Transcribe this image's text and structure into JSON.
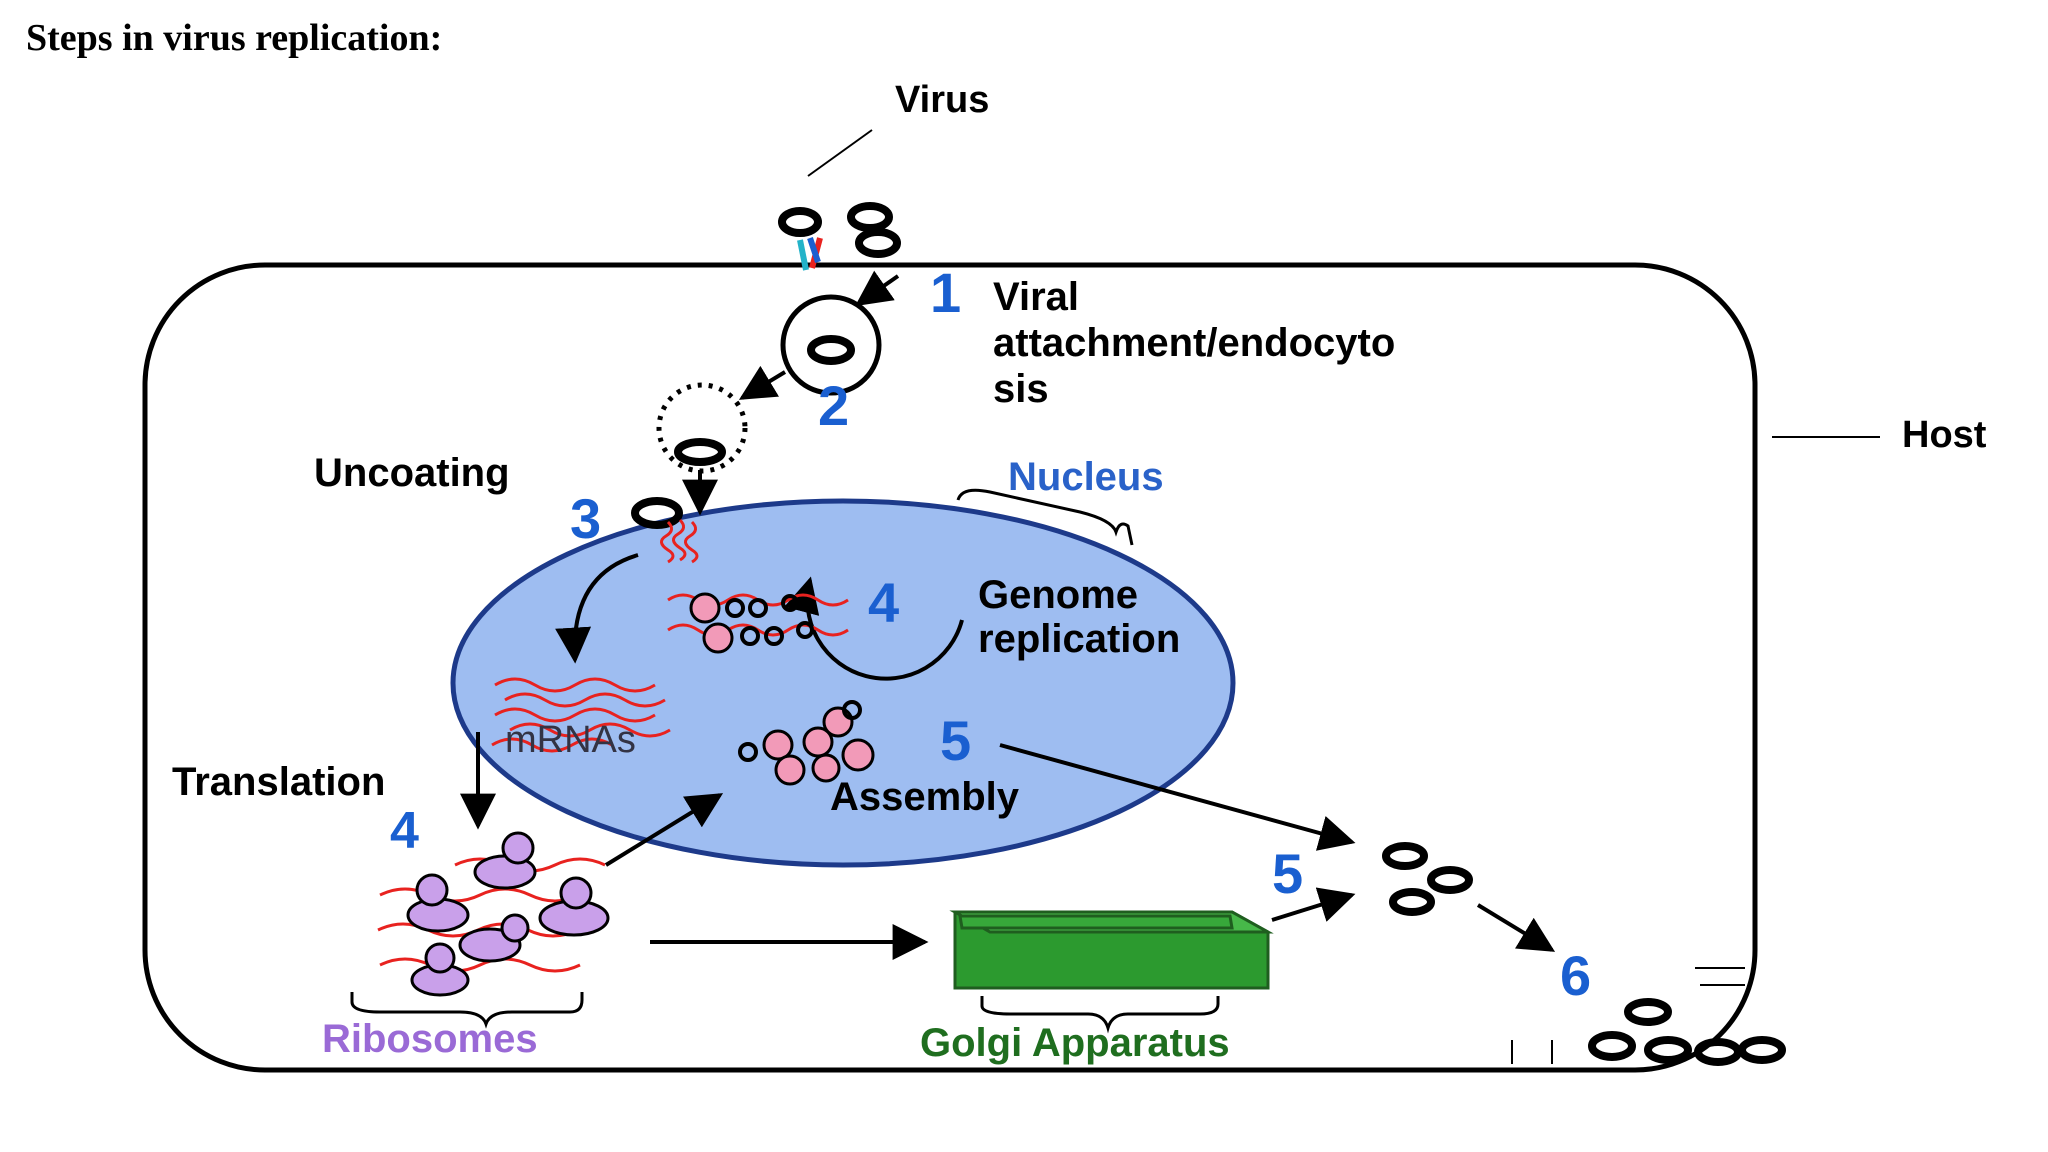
{
  "title": "Steps in virus replication:",
  "labels": {
    "virus": "Virus",
    "host": "Host",
    "step1": "Viral",
    "step1_line2": "attachment/endocyto",
    "step1_line3": "sis",
    "uncoating": "Uncoating",
    "nucleus": "Nucleus",
    "genome_line1": "Genome",
    "genome_line2": "replication",
    "mrnas": "mRNAs",
    "translation": "Translation",
    "assembly": "Assembly",
    "ribosomes": "Ribosomes",
    "golgi": "Golgi Apparatus"
  },
  "step_numbers": {
    "n1": "1",
    "n2": "2",
    "n3": "3",
    "n4a": "4",
    "n4b": "4",
    "n5a": "5",
    "n5b": "5",
    "n6": "6"
  },
  "colors": {
    "step_number": "#1a5fd0",
    "nucleus_fill": "#9ebdf1",
    "nucleus_stroke": "#1d3a8a",
    "nucleus_label": "#2a62c9",
    "rna": "#e8221f",
    "capsid_pink": "#f29ab8",
    "ribosome_purple": "#c9a0ea",
    "ribosome_label": "#9a6ad6",
    "golgi_green": "#2c9a2f",
    "golgi_label": "#1f6e1f"
  }
}
